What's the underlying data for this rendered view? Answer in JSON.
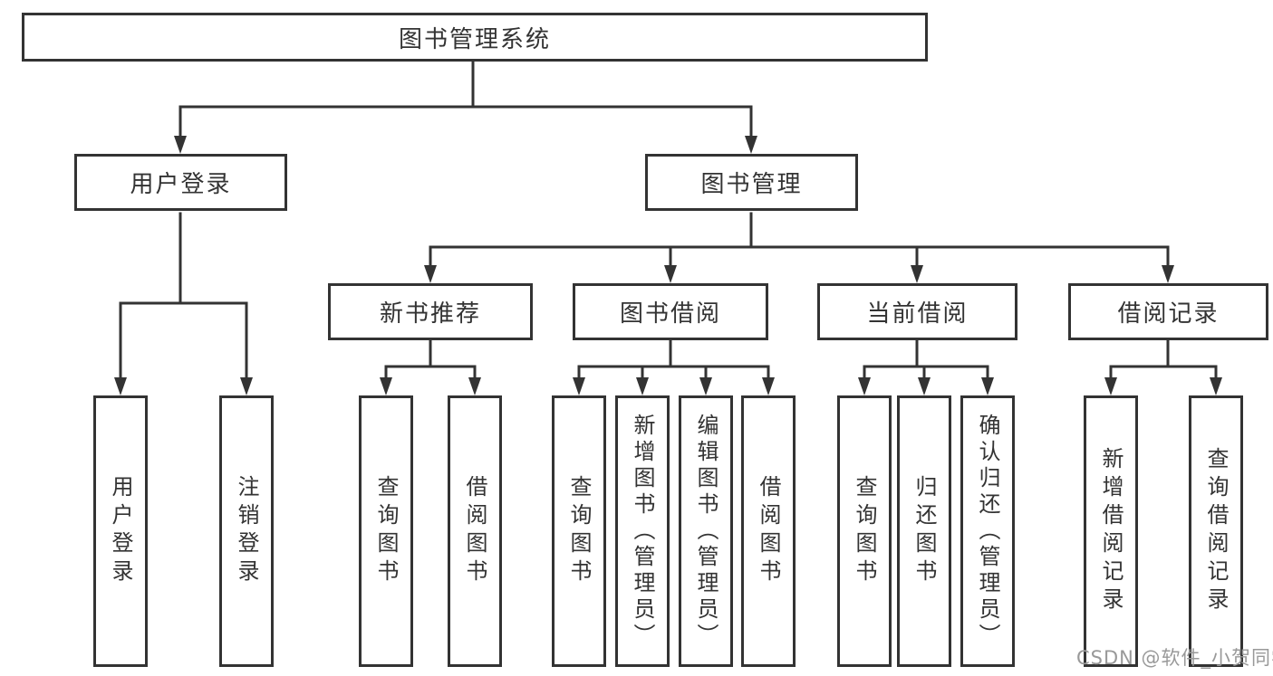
{
  "diagram": {
    "watermark": "CSDN @软件_小贺同学",
    "tree": {
      "label": "图书管理系统",
      "children": [
        {
          "label": "用户登录",
          "children": [
            {
              "label": "用户登录"
            },
            {
              "label": "注销登录"
            }
          ]
        },
        {
          "label": "图书管理",
          "children": [
            {
              "label": "新书推荐",
              "children": [
                {
                  "label": "查询图书"
                },
                {
                  "label": "借阅图书"
                }
              ]
            },
            {
              "label": "图书借阅",
              "children": [
                {
                  "label": "查询图书"
                },
                {
                  "label": "新增图书（管理员）"
                },
                {
                  "label": "编辑图书（管理员）"
                },
                {
                  "label": "借阅图书"
                }
              ]
            },
            {
              "label": "当前借阅",
              "children": [
                {
                  "label": "查询图书"
                },
                {
                  "label": "归还图书"
                },
                {
                  "label": "确认归还（管理员）"
                }
              ]
            },
            {
              "label": "借阅记录",
              "children": [
                {
                  "label": "新增借阅记录"
                },
                {
                  "label": "查询借阅记录"
                }
              ]
            }
          ]
        }
      ]
    }
  }
}
